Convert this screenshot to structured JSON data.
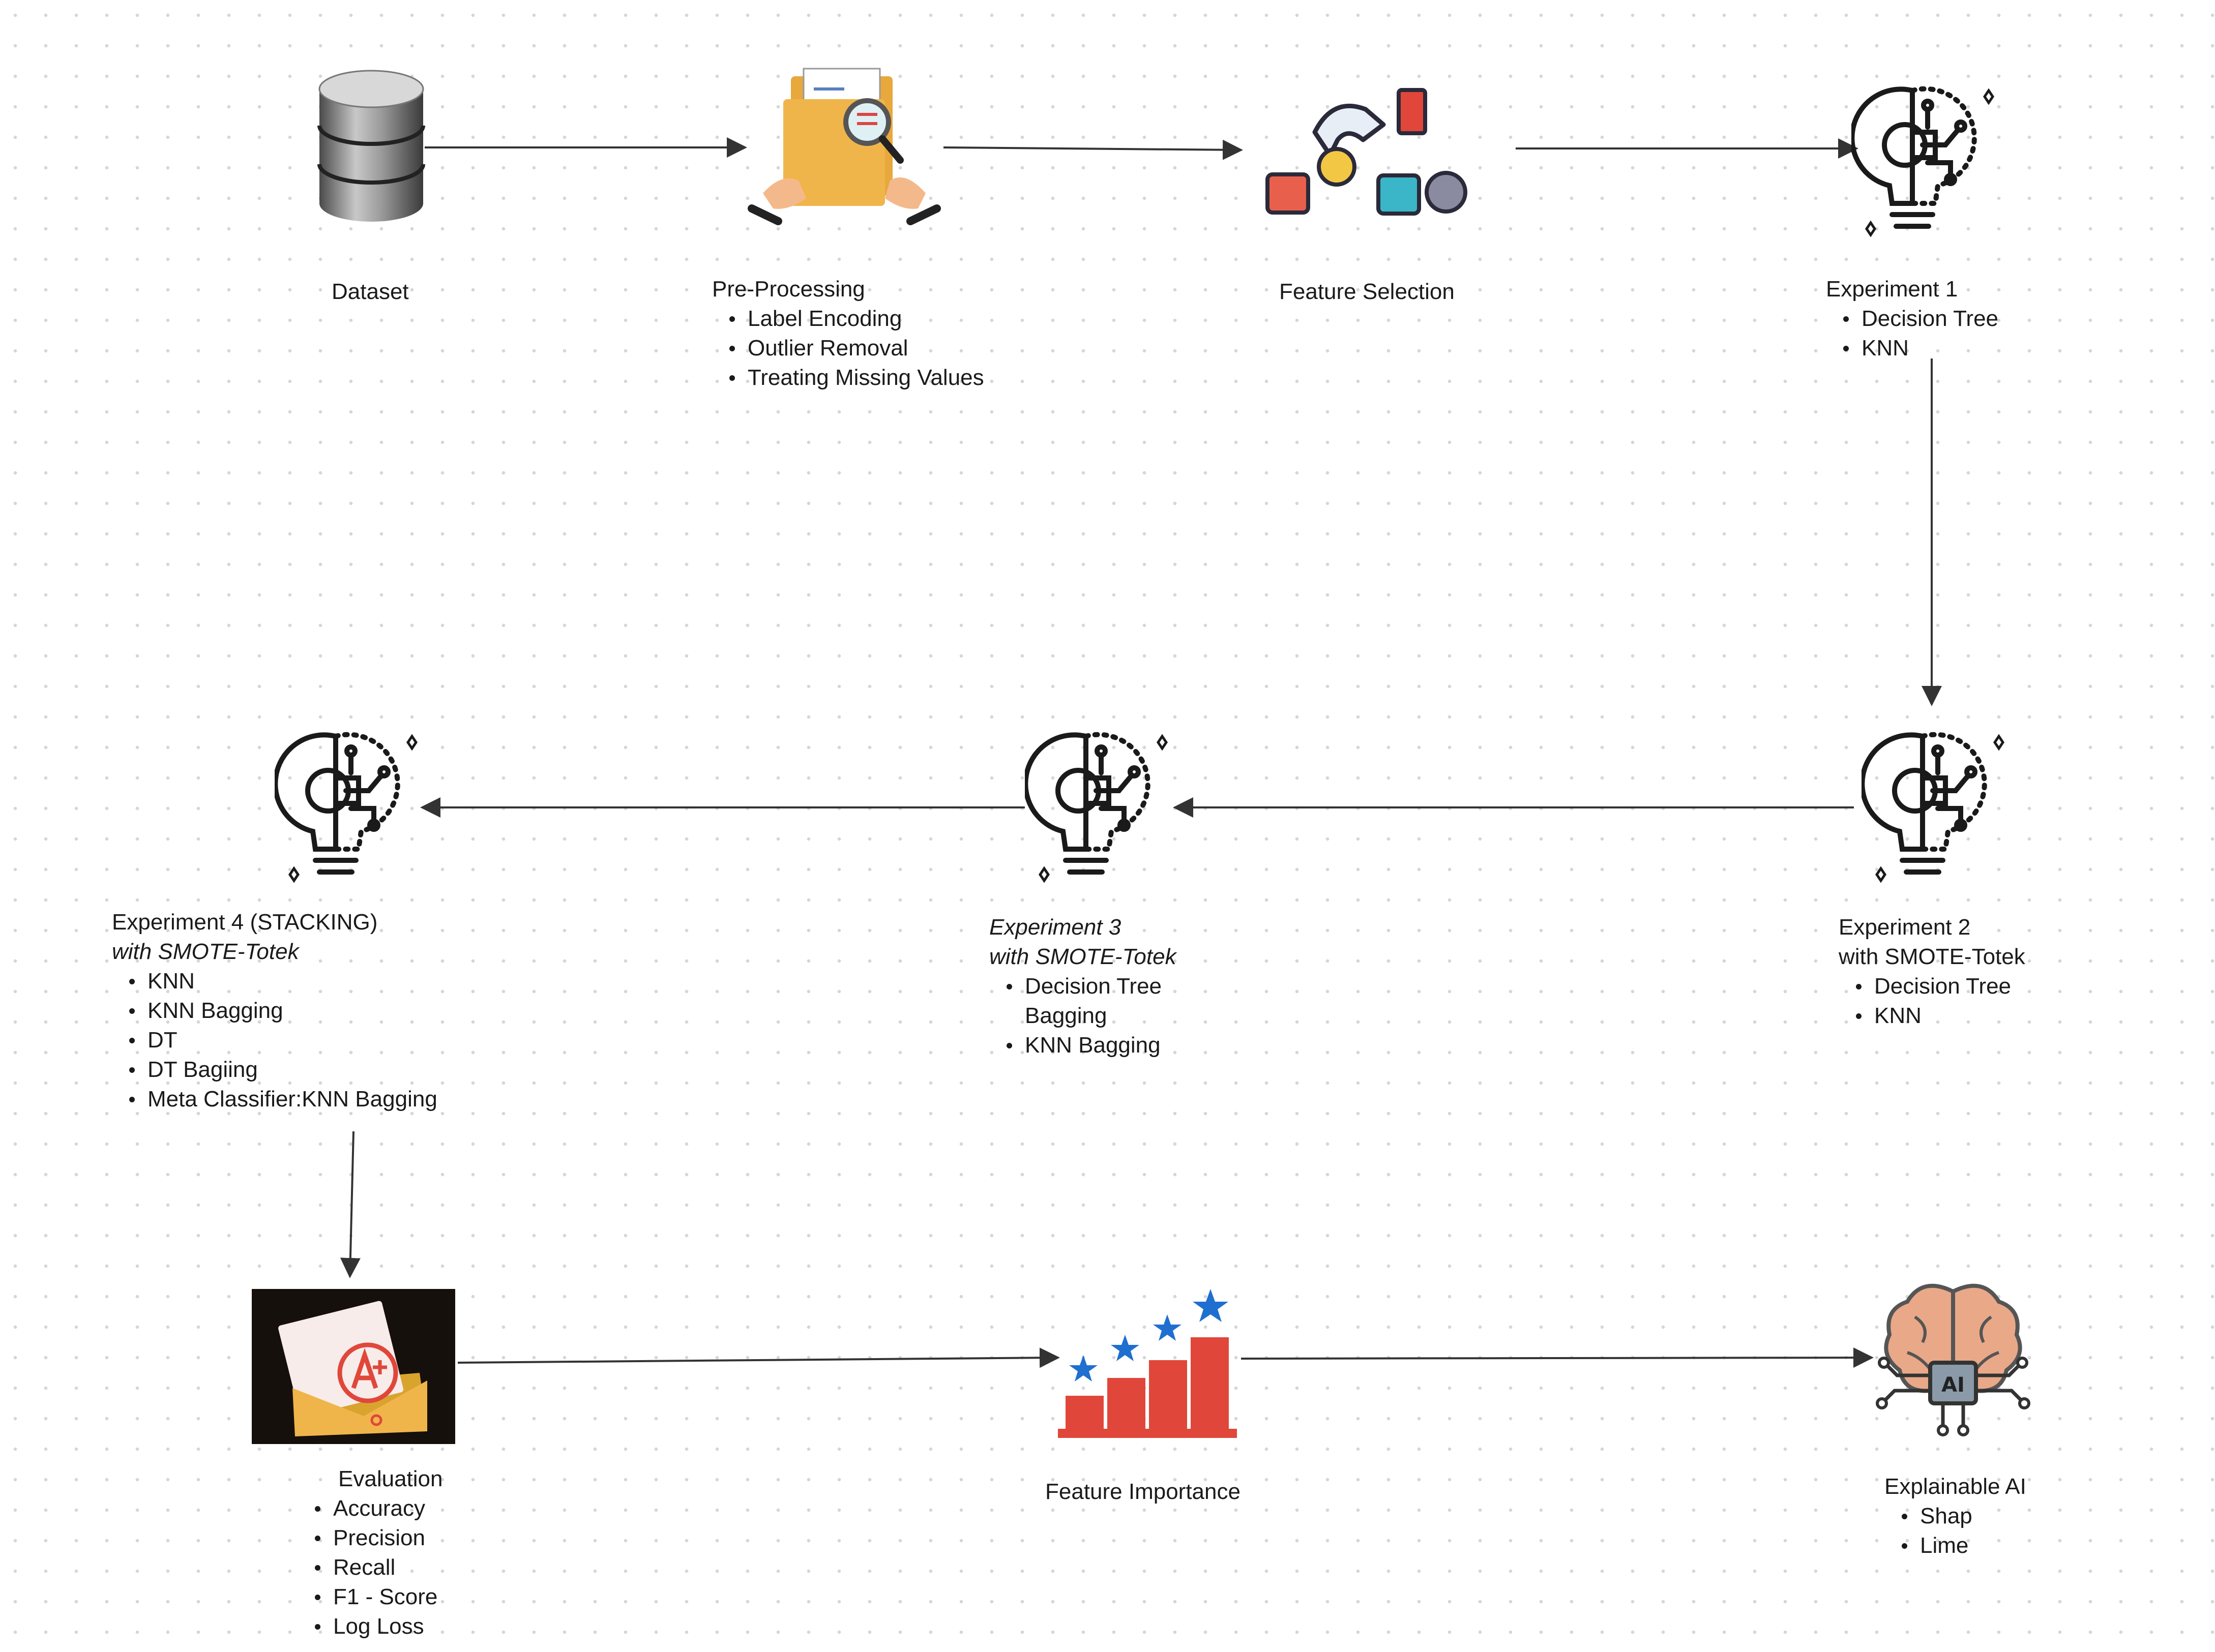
{
  "colors": {
    "arrow": "#333333",
    "bulb": "#1a1a1a",
    "folder": "#f0b54a",
    "red": "#e0473a",
    "teal": "#3ab6c8",
    "yellow": "#f2c744",
    "purple": "#8a8aa0",
    "star": "#1f6fd1"
  },
  "icons": {
    "dataset": "database-icon",
    "preprocessing": "folder-inspection-icon",
    "feature_selection": "hand-picking-blocks-icon",
    "experiment": "lightbulb-gear-circuit-icon",
    "evaluation": "graded-paper-envelope-icon",
    "feature_importance": "bar-chart-stars-icon",
    "explainable_ai": "ai-brain-chip-icon"
  },
  "nodes": {
    "dataset": {
      "title": "Dataset",
      "items": []
    },
    "preprocessing": {
      "title": "Pre-Processing",
      "items": [
        "Label Encoding",
        "Outlier Removal",
        "Treating Missing Values"
      ]
    },
    "feature_selection": {
      "title": "Feature Selection",
      "items": []
    },
    "experiment1": {
      "title": "Experiment 1",
      "items": [
        "Decision Tree",
        "KNN"
      ]
    },
    "experiment2": {
      "title": "Experiment  2",
      "subtitle": "with SMOTE-Totek",
      "items": [
        "Decision Tree",
        "KNN"
      ]
    },
    "experiment3": {
      "title": "Experiment  3",
      "subtitle": "with SMOTE-Totek",
      "items": [
        "Decision Tree Bagging",
        "KNN Bagging"
      ]
    },
    "experiment4": {
      "title": "Experiment  4 (STACKING)",
      "subtitle": "with SMOTE-Totek",
      "items": [
        "KNN",
        "KNN Bagging",
        "DT",
        "DT Bagiing",
        "Meta Classifier:KNN Bagging"
      ]
    },
    "evaluation": {
      "title": "Evaluation",
      "items": [
        "Accuracy",
        "Precision",
        "Recall",
        "F1 - Score",
        "Log Loss"
      ]
    },
    "feature_importance": {
      "title": "Feature Importance",
      "items": []
    },
    "explainable_ai": {
      "title": "Explainable AI",
      "items": [
        "Shap",
        "Lime"
      ]
    }
  }
}
